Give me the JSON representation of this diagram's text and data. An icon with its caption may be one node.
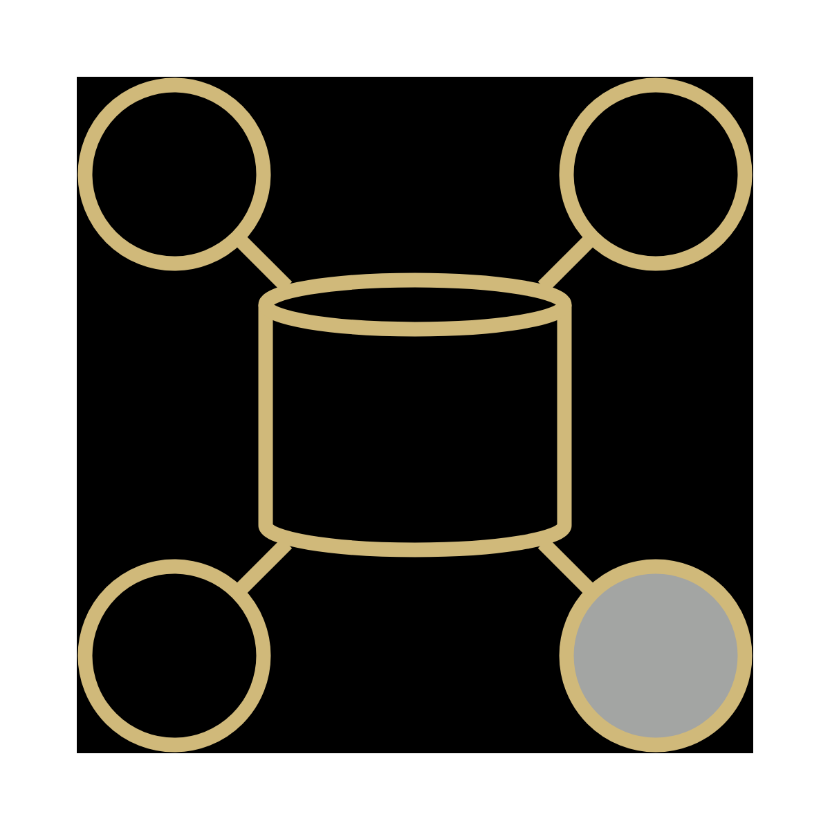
{
  "diagram": {
    "nodes": [
      {
        "text": [],
        "shape": "circle"
      },
      {
        "text": [],
        "shape": "circle"
      },
      {
        "text": [],
        "shape": "cylinder"
      },
      {
        "text": [],
        "shape": "circle"
      },
      {
        "text": [],
        "shape": "circle"
      }
    ],
    "edges": [
      {
        "from": 2,
        "to": 0,
        "arrow": "none"
      },
      {
        "from": 1,
        "to": 2,
        "arrow": "none"
      },
      {
        "from": 2,
        "to": 3,
        "arrow": "none"
      },
      {
        "from": 2,
        "to": 4,
        "arrow": "none"
      }
    ]
  }
}
